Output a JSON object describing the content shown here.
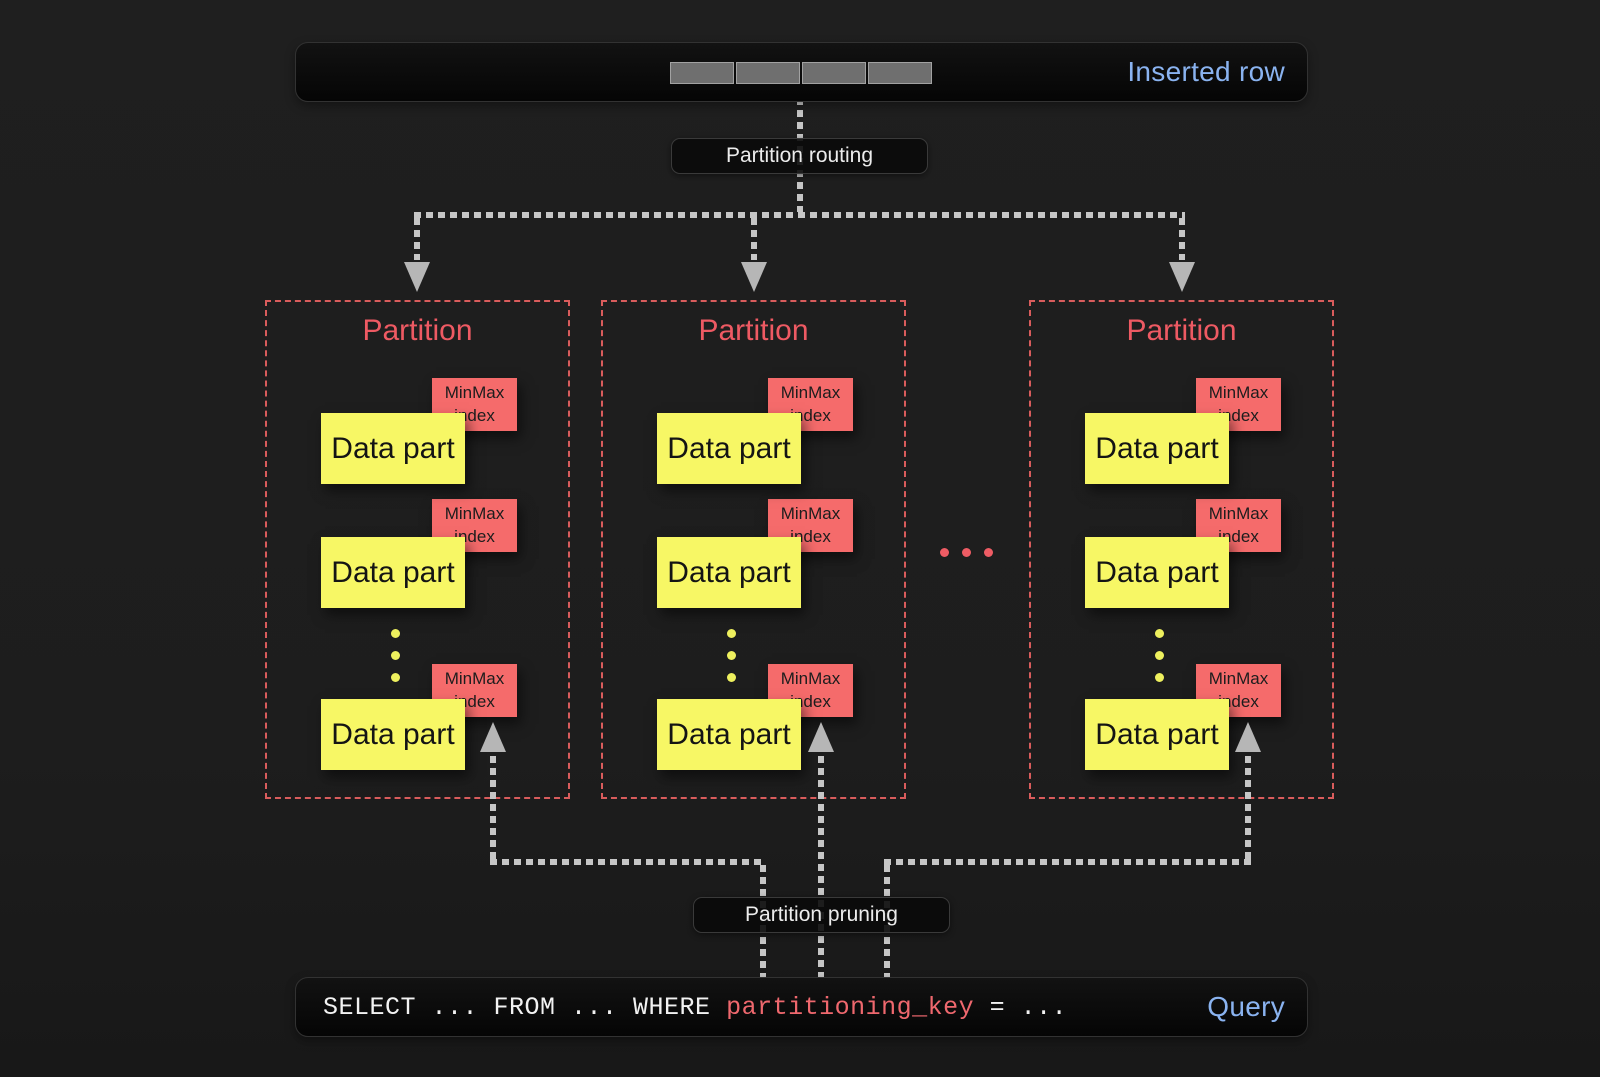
{
  "inserted_row": {
    "label": "Inserted row",
    "cell_count": 4
  },
  "badges": {
    "routing": "Partition routing",
    "pruning": "Partition pruning"
  },
  "partitions": [
    {
      "title": "Partition",
      "parts": [
        {
          "label": "Data part",
          "index": "MinMax index"
        },
        {
          "label": "Data part",
          "index": "MinMax index"
        },
        {
          "label": "Data part",
          "index": "MinMax index"
        }
      ]
    },
    {
      "title": "Partition",
      "parts": [
        {
          "label": "Data part",
          "index": "MinMax index"
        },
        {
          "label": "Data part",
          "index": "MinMax index"
        },
        {
          "label": "Data part",
          "index": "MinMax index"
        }
      ]
    },
    {
      "title": "Partition",
      "parts": [
        {
          "label": "Data part",
          "index": "MinMax index"
        },
        {
          "label": "Data part",
          "index": "MinMax index"
        },
        {
          "label": "Data part",
          "index": "MinMax index"
        }
      ]
    }
  ],
  "query": {
    "select_clause": "SELECT ... FROM ... WHERE ",
    "key": "partitioning_key",
    "equals_clause": " = ...",
    "label": "Query"
  },
  "colors": {
    "accent_blue": "#8ab3f0",
    "partition_red": "#ee5a63",
    "data_part_yellow": "#f7f765",
    "minmax_red": "#f56b6b",
    "connector_gray": "#c6c6c6",
    "background": "#1d1d1d"
  }
}
